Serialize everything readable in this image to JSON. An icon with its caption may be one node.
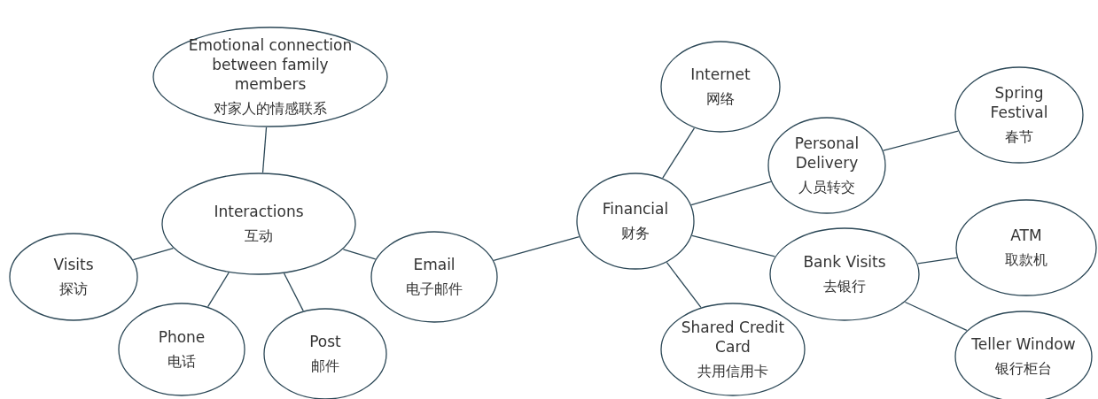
{
  "diagram": {
    "nodes": [
      {
        "text": [
          "Emotional connection between family members",
          "对家人的情感联系"
        ]
      },
      {
        "text": [
          "Interactions",
          "互动"
        ]
      },
      {
        "text": [
          "Visits",
          "探访"
        ]
      },
      {
        "text": [
          "Phone",
          "电话"
        ]
      },
      {
        "text": [
          "Post",
          "邮件"
        ]
      },
      {
        "text": [
          "Email",
          "电子邮件"
        ]
      },
      {
        "text": [
          "Financial",
          "财务"
        ]
      },
      {
        "text": [
          "Internet",
          "网络"
        ]
      },
      {
        "text": [
          "Personal Delivery",
          "人员转交"
        ]
      },
      {
        "text": [
          "Spring Festival",
          "春节"
        ]
      },
      {
        "text": [
          "Bank Visits",
          "去银行"
        ]
      },
      {
        "text": [
          "ATM",
          "取款机"
        ]
      },
      {
        "text": [
          "Shared Credit Card",
          "共用信用卡"
        ]
      },
      {
        "text": [
          "Teller Window",
          "银行柜台"
        ]
      }
    ],
    "edges": [
      {
        "from": 0,
        "to": 1,
        "arrow": "none"
      },
      {
        "from": 1,
        "to": 2,
        "arrow": "none"
      },
      {
        "from": 1,
        "to": 3,
        "arrow": "none"
      },
      {
        "from": 1,
        "to": 4,
        "arrow": "none"
      },
      {
        "from": 1,
        "to": 5,
        "arrow": "none"
      },
      {
        "from": 5,
        "to": 6,
        "arrow": "none"
      },
      {
        "from": 6,
        "to": 7,
        "arrow": "none"
      },
      {
        "from": 6,
        "to": 8,
        "arrow": "none"
      },
      {
        "from": 8,
        "to": 9,
        "arrow": "none"
      },
      {
        "from": 6,
        "to": 10,
        "arrow": "none"
      },
      {
        "from": 10,
        "to": 11,
        "arrow": "none"
      },
      {
        "from": 10,
        "to": 13,
        "arrow": "none"
      },
      {
        "from": 6,
        "to": 12,
        "arrow": "none"
      }
    ]
  }
}
